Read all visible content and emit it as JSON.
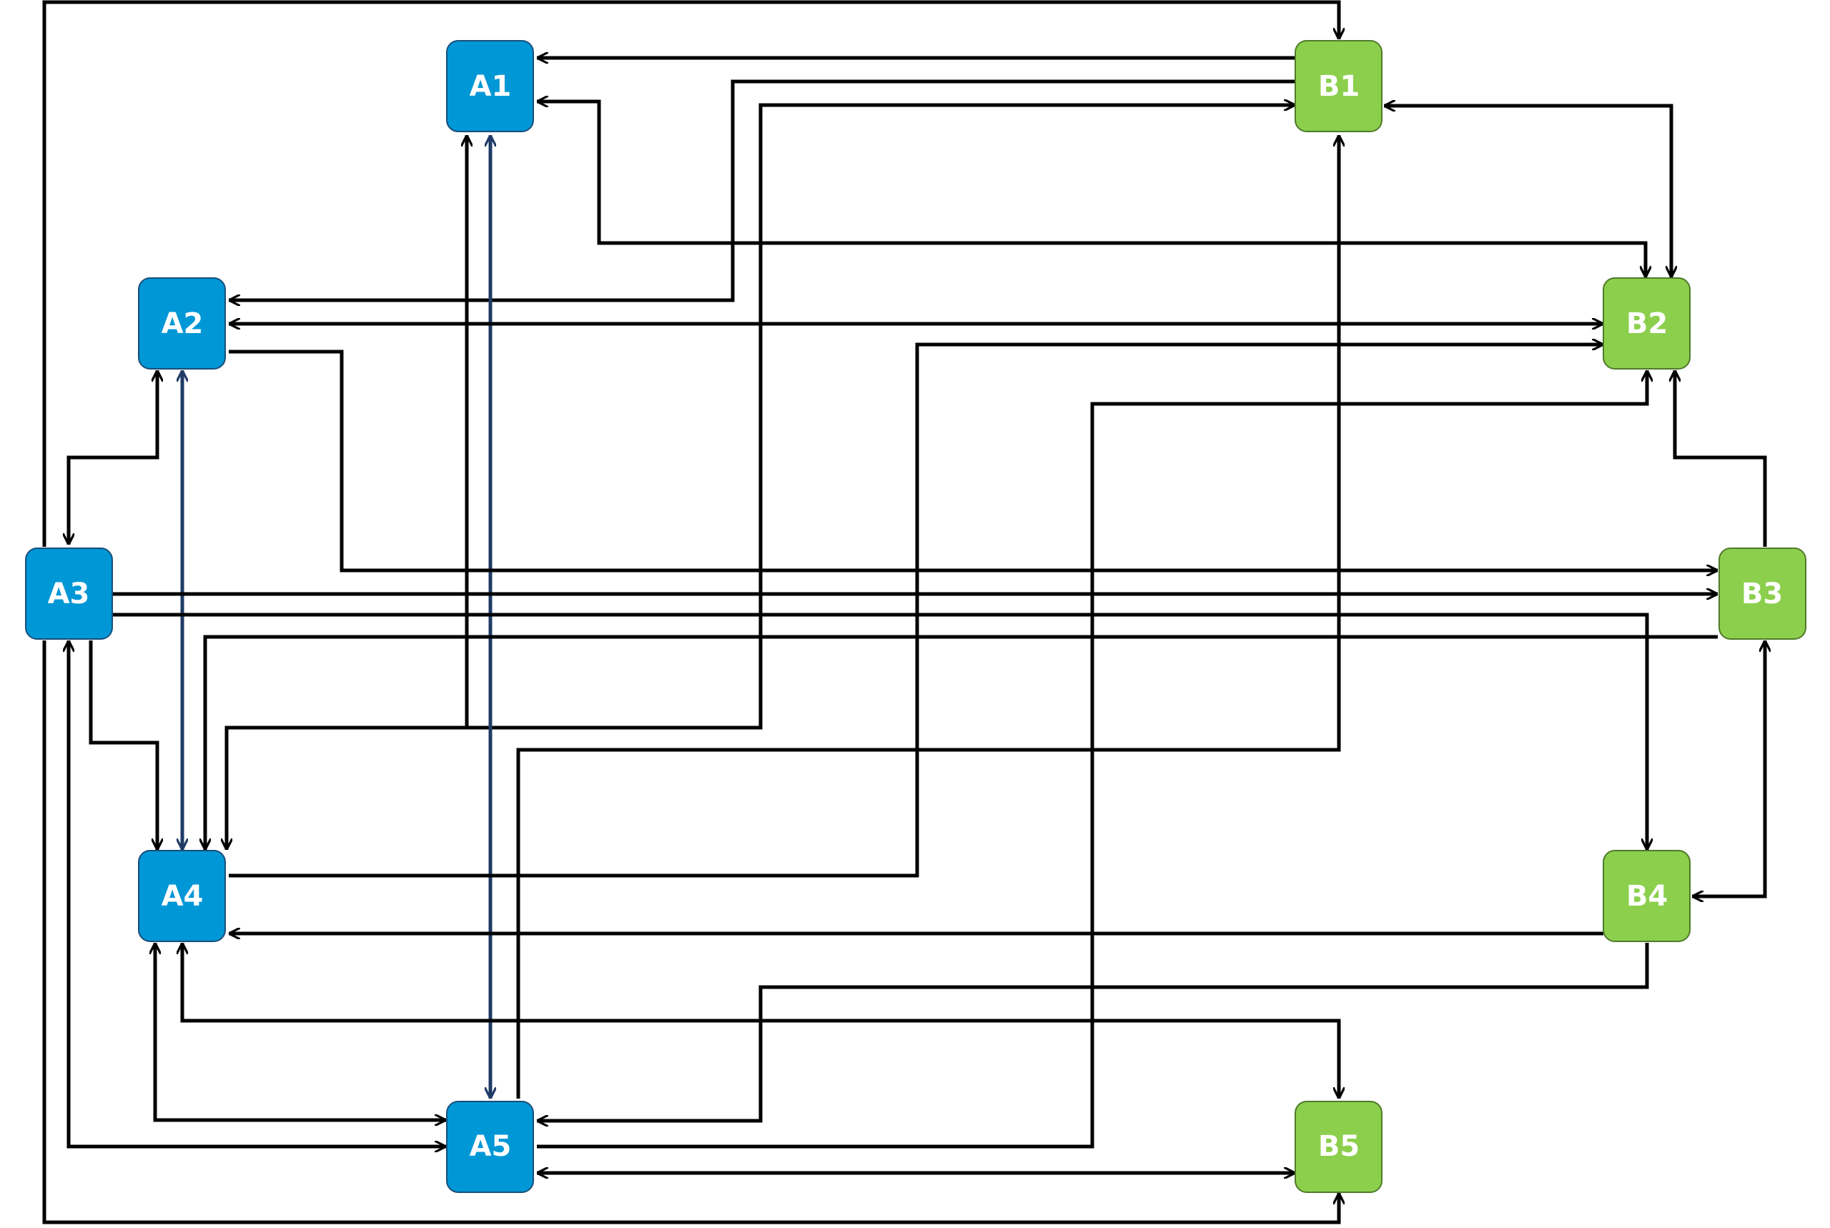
{
  "colors": {
    "node_a_fill": "#0097d6",
    "node_a_stroke": "#1a4f7a",
    "node_b_fill": "#8ccf4d",
    "node_b_stroke": "#4f7a2a",
    "edge": "#000000",
    "edge_accent": "#1f3b66"
  },
  "nodes": [
    {
      "id": "A1",
      "label": "A1",
      "group": "a"
    },
    {
      "id": "A2",
      "label": "A2",
      "group": "a"
    },
    {
      "id": "A3",
      "label": "A3",
      "group": "a"
    },
    {
      "id": "A4",
      "label": "A4",
      "group": "a"
    },
    {
      "id": "A5",
      "label": "A5",
      "group": "a"
    },
    {
      "id": "B1",
      "label": "B1",
      "group": "b"
    },
    {
      "id": "B2",
      "label": "B2",
      "group": "b"
    },
    {
      "id": "B3",
      "label": "B3",
      "group": "b"
    },
    {
      "id": "B4",
      "label": "B4",
      "group": "b"
    },
    {
      "id": "B5",
      "label": "B5",
      "group": "b"
    }
  ],
  "edges": [
    {
      "from": "A3",
      "to": "B1"
    },
    {
      "from": "B1",
      "to": "A1"
    },
    {
      "from": "B1",
      "to": "A2"
    },
    {
      "from": "A4",
      "to": "B1"
    },
    {
      "from": "B1",
      "to": "B2",
      "bidirectional": true
    },
    {
      "from": "B2",
      "to": "A1",
      "bidirectional": true
    },
    {
      "from": "A1",
      "to": "A5",
      "bidirectional": true,
      "accent": true
    },
    {
      "from": "A2",
      "to": "B2",
      "bidirectional": true
    },
    {
      "from": "A2",
      "to": "A3",
      "bidirectional": true
    },
    {
      "from": "A2",
      "to": "A4",
      "bidirectional": true,
      "accent": true
    },
    {
      "from": "A2",
      "to": "B3"
    },
    {
      "from": "A4",
      "to": "B2"
    },
    {
      "from": "A5",
      "to": "B2"
    },
    {
      "from": "B3",
      "to": "B2"
    },
    {
      "from": "A3",
      "to": "B3"
    },
    {
      "from": "A3",
      "to": "B4"
    },
    {
      "from": "B3",
      "to": "A4"
    },
    {
      "from": "A3",
      "to": "A4"
    },
    {
      "from": "A1",
      "to": "A4",
      "bidirectional": true
    },
    {
      "from": "A5",
      "to": "B1"
    },
    {
      "from": "B3",
      "to": "B4",
      "bidirectional": true
    },
    {
      "from": "B4",
      "to": "A4"
    },
    {
      "from": "B4",
      "to": "A5"
    },
    {
      "from": "A4",
      "to": "B5",
      "bidirectional": true
    },
    {
      "from": "A4",
      "to": "A5",
      "bidirectional": true
    },
    {
      "from": "A3",
      "to": "A5",
      "bidirectional": true
    },
    {
      "from": "A5",
      "to": "B5",
      "bidirectional": true
    },
    {
      "from": "A3",
      "to": "B5"
    }
  ]
}
